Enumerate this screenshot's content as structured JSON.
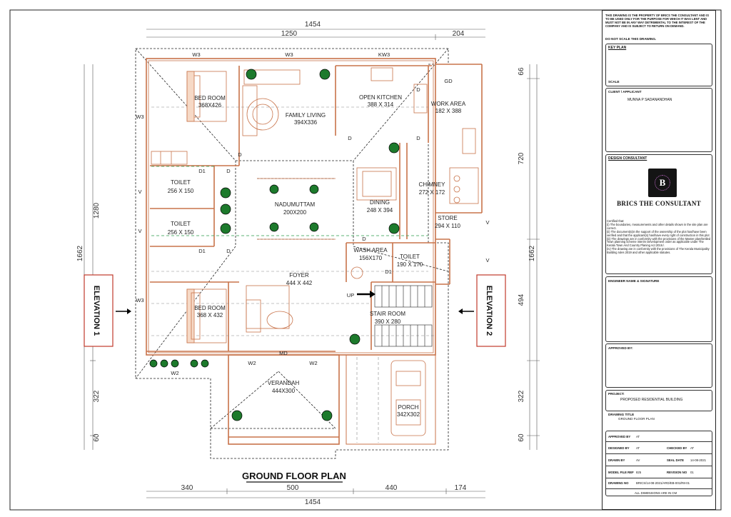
{
  "drawing": {
    "title": "GROUND FLOOR PLAN",
    "elevations": [
      "ELEVATION 1",
      "ELEVATION 2"
    ],
    "dimensions": {
      "top_total": "1454",
      "top_segments": [
        "1250",
        "204"
      ],
      "bottom_total": "1454",
      "bottom_segments": [
        "340",
        "500",
        "440",
        "174"
      ],
      "left_total": "1662",
      "left_segments": [
        "1280",
        "322",
        "60"
      ],
      "right_total": "1662",
      "right_segments": [
        "66",
        "720",
        "494",
        "322",
        "60"
      ]
    },
    "rooms": [
      {
        "name": "BED ROOM",
        "size": "368X426"
      },
      {
        "name": "FAMILY  LIVING",
        "size": "394X336"
      },
      {
        "name": "OPEN KITCHEN",
        "size": "388 X 314"
      },
      {
        "name": "WORK AREA",
        "size": "182 X 388"
      },
      {
        "name": "TOILET",
        "size": "256 X 150"
      },
      {
        "name": "TOILET",
        "size": "256 X 150"
      },
      {
        "name": "NADUMUTTAM",
        "size": "200X200"
      },
      {
        "name": "DINING",
        "size": "248 X 394"
      },
      {
        "name": "CHIMNEY",
        "size": "272 X 172"
      },
      {
        "name": "STORE",
        "size": "294 X 110"
      },
      {
        "name": "WASH AREA",
        "size": "156X170"
      },
      {
        "name": "TOILET",
        "size": "190 X 170"
      },
      {
        "name": "FOYER",
        "size": "444 X 442"
      },
      {
        "name": "BED ROOM",
        "size": "368 X 432"
      },
      {
        "name": "STAIR ROOM",
        "size": "390 X 280"
      },
      {
        "name": "VERANDAH",
        "size": "444X300"
      },
      {
        "name": "PORCH",
        "size": "342X302"
      }
    ],
    "tags": {
      "w3": "W3",
      "kw3": "KW3",
      "w2": "W2",
      "v": "V",
      "d": "D",
      "d1": "D1",
      "md": "MD",
      "up": "UP",
      "gd": "GD"
    }
  },
  "title_block": {
    "notice": "THIS DRAWING IS THE PROPERTY OF BRICS THE CONSULTANT AND IS TO BE USED ONLY FOR THE PURPOSE FOR WHICH IT WAS LENT AND MUST NOT BE IN ANY WAY DETRIMENTAL TO THE INTEREST OF THE COMPANY AND IS SUBJECT TO RETURN ON DEMAND.",
    "do_not_scale": "DO NOT SCALE THIS DRAWING.",
    "key_plan": "KEY PLAN",
    "scale": "SCALE",
    "client_label": "CLIENT / APPLICANT",
    "client_name": "MUNNA P SADANANDHAN",
    "design_consultant": "DESIGN CONSULTANT",
    "logo_letter": "B",
    "brand": "BRICS THE CONSULTANT",
    "certified": "Certified that:",
    "cert_items": [
      "(i)   The boundaries, measurements and other details shown in the site plan are correct.",
      "(ii)  The document(s)in the support of the ownership of the plot has/have been verified and that the applicant(s) has/have every right of construction in this plot",
      "(iii) The drawings are in conformity with the provisions of the Master plan/Detiled Town planning scheme interim  Development order as applicable under The Kerala Town And Country Planing Act 2016.\\",
      "(iv)  The drawing are in conformity with the provisions of The Kerala Municipality Building rules 2019 and other applicable statutes."
    ],
    "engineer": "ENGINEER NAME & SIGNATURE",
    "approved": "APPROVED BY:",
    "project_label": "PROJECT:",
    "project": "PROPOSED RESIDENTIAL BUILDING",
    "drawing_title_label": "DRAWING TITLE",
    "drawing_title": "GROUND FLOOR PLAN",
    "approved_by": "APPROVED BY",
    "approved_by_val": "AT",
    "designed_by": "DESIGNED BY",
    "designed_by_val": "AT",
    "checked_by": "CHECKED BY",
    "checked_by_val": "AT",
    "drawn_by": "DRAWN BY",
    "drawn_by_val": "AV",
    "seal_date": "SEAL DATE",
    "seal_date_val": "14-08-2021",
    "model_file": "MODEL FILE REF",
    "model_file_val": "825",
    "revision": "REVISION NO",
    "revision_val": "01",
    "drawing_no": "DRAWING NO",
    "drawing_no_val": "BRICS/14-08-2021/ARD/EB-001/R8-01",
    "dims_note": "ALL DIMENSIONS ARE IN CM"
  }
}
